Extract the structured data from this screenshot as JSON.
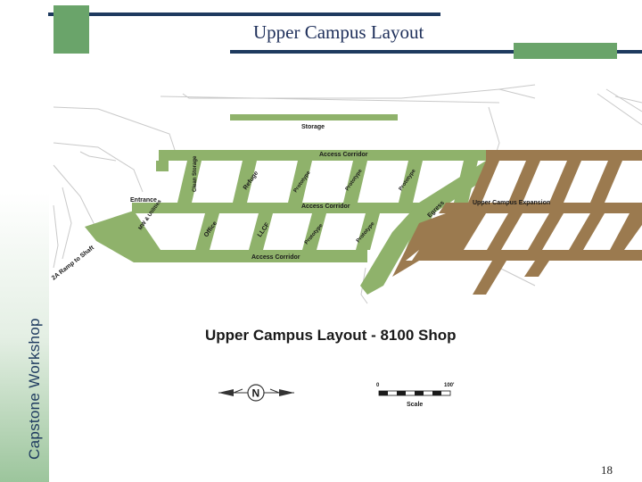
{
  "slide": {
    "side_title": "Capstone Workshop",
    "title": "Upper Campus Layout",
    "number": "18"
  },
  "colors": {
    "green": "#8fb26b",
    "brown": "#9b7a4f",
    "bar_navy": "#1e3a5f",
    "bar_green": "#6aa46a"
  },
  "map": {
    "heading": "Upper Campus Layout - 8100 Shop",
    "labels": {
      "storage": "Storage",
      "access_corridor_top": "Access Corridor",
      "access_corridor_mid": "Access Corridor",
      "access_corridor_bottom": "Access Corridor",
      "clean_storage": "Clean Storage",
      "refuge": "Refuge",
      "prototype_1": "Prototype",
      "prototype_2": "Prototype",
      "prototype_3": "Prototype",
      "prototype_4": "Prototype",
      "prototype_5": "Prototype",
      "entrance": "Entrance",
      "mw_utilities": "MW & Utilities",
      "office": "Office",
      "llcf": "LLCF",
      "egress": "Egress",
      "expansion": "Upper Campus Expansion",
      "ramp": "2A Ramp to Shaft"
    },
    "north_arrow": "N",
    "scale": {
      "zero": "0",
      "max": "100'",
      "label": "Scale"
    }
  }
}
